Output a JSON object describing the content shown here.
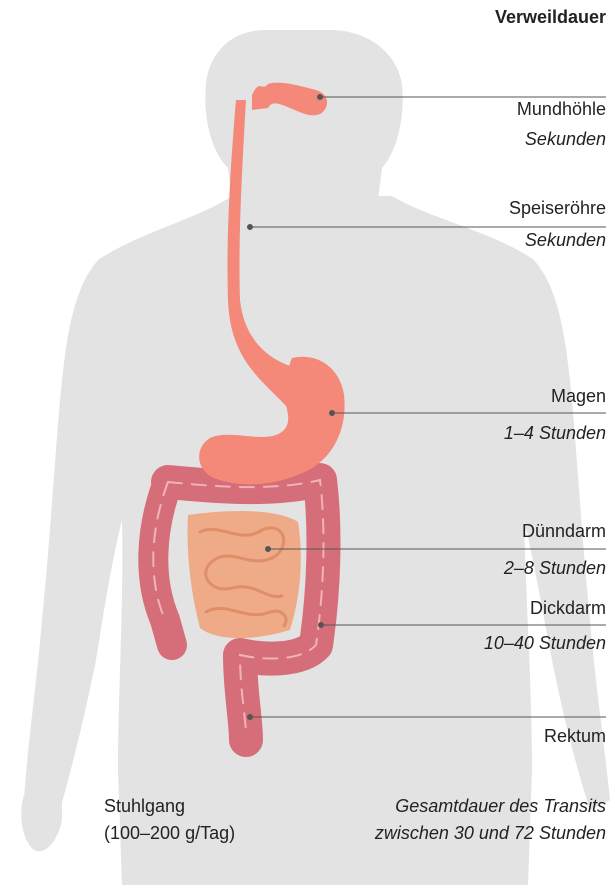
{
  "header": {
    "title": "Verweildauer"
  },
  "organs": [
    {
      "key": "mund",
      "name": "Mundhöhle",
      "duration": "Sekunden"
    },
    {
      "key": "speise",
      "name": "Speiseröhre",
      "duration": "Sekunden"
    },
    {
      "key": "magen",
      "name": "Magen",
      "duration": "1–4 Stunden"
    },
    {
      "key": "duenn",
      "name": "Dünndarm",
      "duration": "2–8 Stunden"
    },
    {
      "key": "dick",
      "name": "Dickdarm",
      "duration": "10–40 Stunden"
    },
    {
      "key": "rektum",
      "name": "Rektum",
      "duration": ""
    }
  ],
  "footer": {
    "stool_line1": "Stuhlgang",
    "stool_line2": "(100–200 g/Tag)",
    "transit_line1": "Gesamtdauer des Transits",
    "transit_line2": "zwischen 30 und 72 Stunden"
  },
  "colors": {
    "silhouette": "#e3e3e3",
    "esophagus_stomach": "#f4897a",
    "large_intestine": "#d66e79",
    "small_intestine": "#efab88",
    "leader_line": "#555555"
  }
}
